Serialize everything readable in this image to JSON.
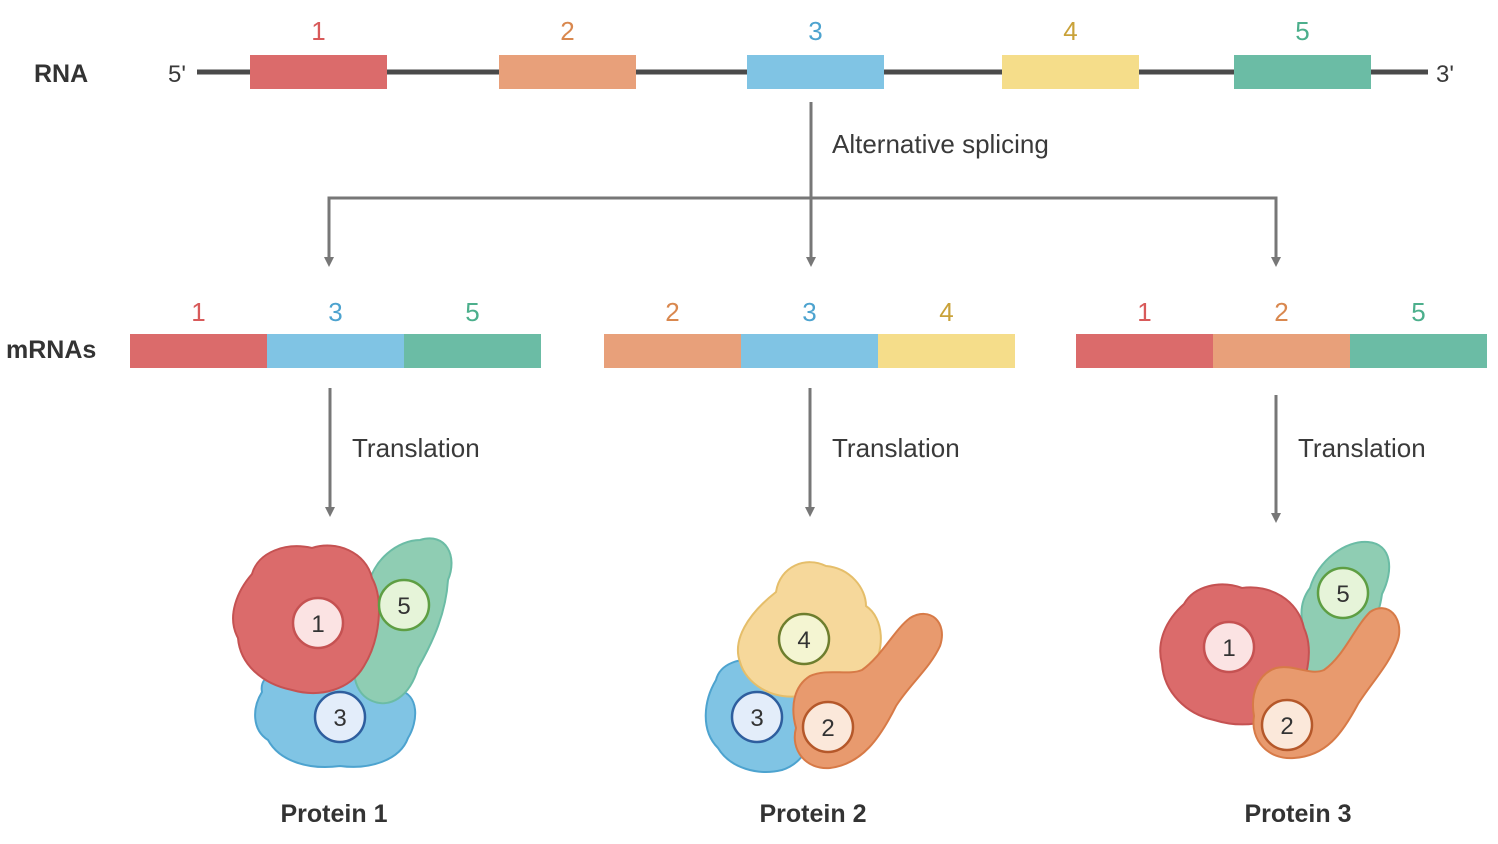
{
  "exon_colors": {
    "1": "#DB6B6B",
    "2": "#E8A07A",
    "3": "#80C4E4",
    "4": "#F5DD8A",
    "5": "#6BBCA5"
  },
  "exon_label_colors": {
    "1": "#D85A5A",
    "2": "#D9884F",
    "3": "#4DA3CF",
    "4": "#C9A23A",
    "5": "#4CAF8C"
  },
  "rna": {
    "label": "RNA",
    "five_prime": "5'",
    "three_prime": "3'",
    "exons": [
      "1",
      "2",
      "3",
      "4",
      "5"
    ]
  },
  "splicing_label": "Alternative splicing",
  "mrna_label": "mRNAs",
  "translation_label": "Translation",
  "mrnas": [
    {
      "exons": [
        "1",
        "3",
        "5"
      ],
      "protein": "Protein 1"
    },
    {
      "exons": [
        "2",
        "3",
        "4"
      ],
      "protein": "Protein 2"
    },
    {
      "exons": [
        "1",
        "2",
        "5"
      ],
      "protein": "Protein 3"
    }
  ]
}
